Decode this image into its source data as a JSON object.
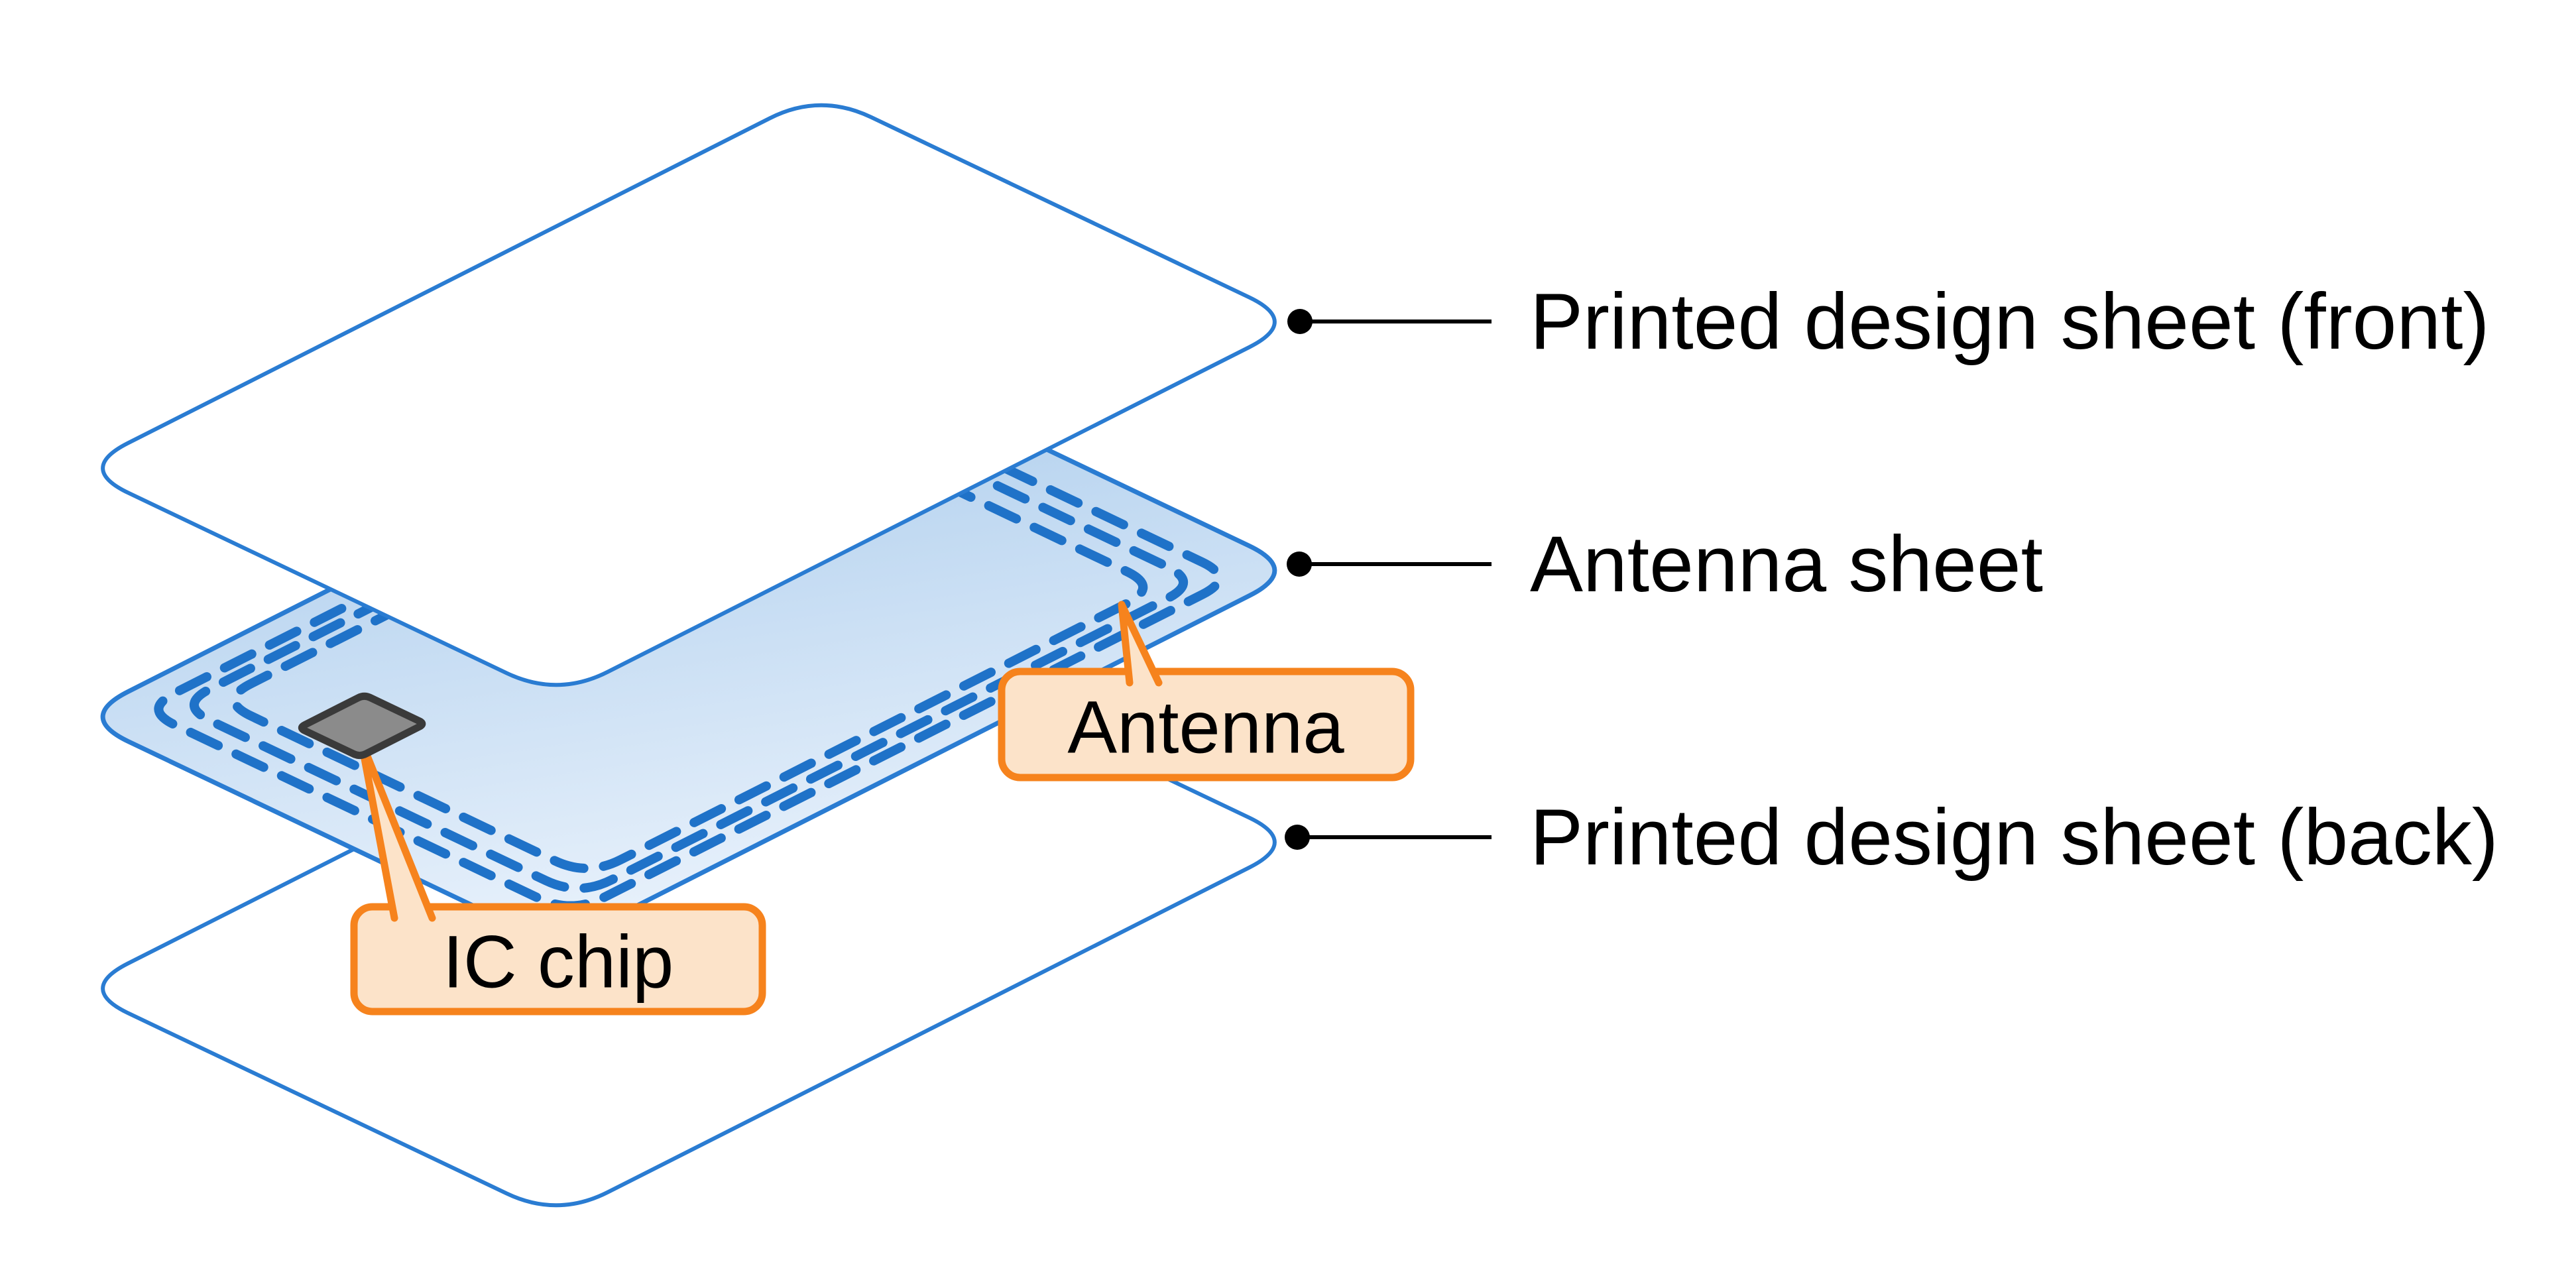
{
  "diagram": {
    "type": "exploded-layer-diagram",
    "layers": [
      {
        "id": "front-sheet",
        "label": "Printed design sheet (front)"
      },
      {
        "id": "antenna-sheet",
        "label": "Antenna sheet"
      },
      {
        "id": "back-sheet",
        "label": "Printed design sheet (back)"
      }
    ],
    "callouts": [
      {
        "id": "antenna",
        "label": "Antenna"
      },
      {
        "id": "ic-chip",
        "label": "IC chip"
      }
    ],
    "colors": {
      "sheet_outline": "#2A7CD2",
      "antenna_dash": "#1F72C8",
      "antenna_sheet_gradient_top": "#A6C9EB",
      "antenna_sheet_gradient_bottom": "#EBF3FC",
      "callout_border": "#F6831D",
      "callout_fill": "#FCE3C9",
      "chip_fill": "#8B8B8B",
      "chip_border": "#3A3A3A",
      "label_text": "#000000",
      "leader_line": "#000000",
      "background": "#FFFFFF"
    }
  }
}
